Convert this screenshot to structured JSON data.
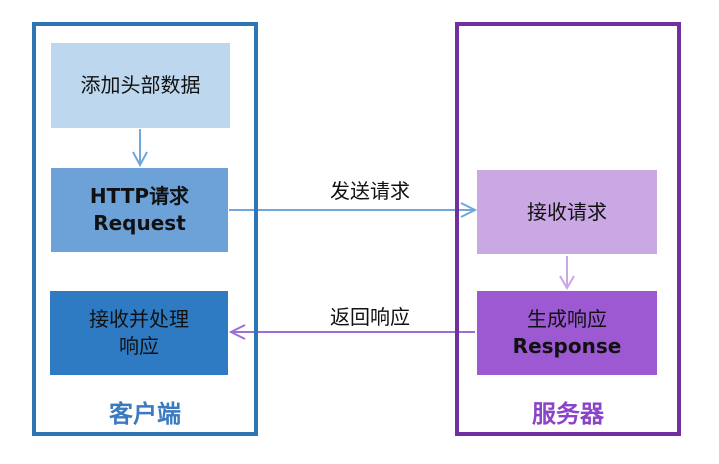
{
  "diagram": {
    "client": {
      "label": "客户端",
      "box_add_header": "添加头部数据",
      "box_request_line1": "HTTP请求",
      "box_request_line2": "Request",
      "box_receive_line1": "接收并处理",
      "box_receive_line2": "响应"
    },
    "server": {
      "label": "服务器",
      "box_receive_request": "接收请求",
      "box_response_line1": "生成响应",
      "box_response_line2": "Response"
    },
    "flows": {
      "send_request": "发送请求",
      "return_response": "返回响应"
    },
    "colors": {
      "client_border": "#2E75B6",
      "client_label": "#3A7ABF",
      "box_light_blue": "#BDD7EE",
      "box_mid_blue": "#6DA2D8",
      "box_dark_blue": "#2E7BC4",
      "server_border": "#7030A0",
      "server_label": "#8B44C8",
      "box_light_purple": "#C9A8E4",
      "box_mid_purple": "#9C59D1",
      "arrow_blue": "#6FA8DC",
      "arrow_light_purple": "#C9A6E6",
      "arrow_purple": "#9E6ED6"
    }
  }
}
